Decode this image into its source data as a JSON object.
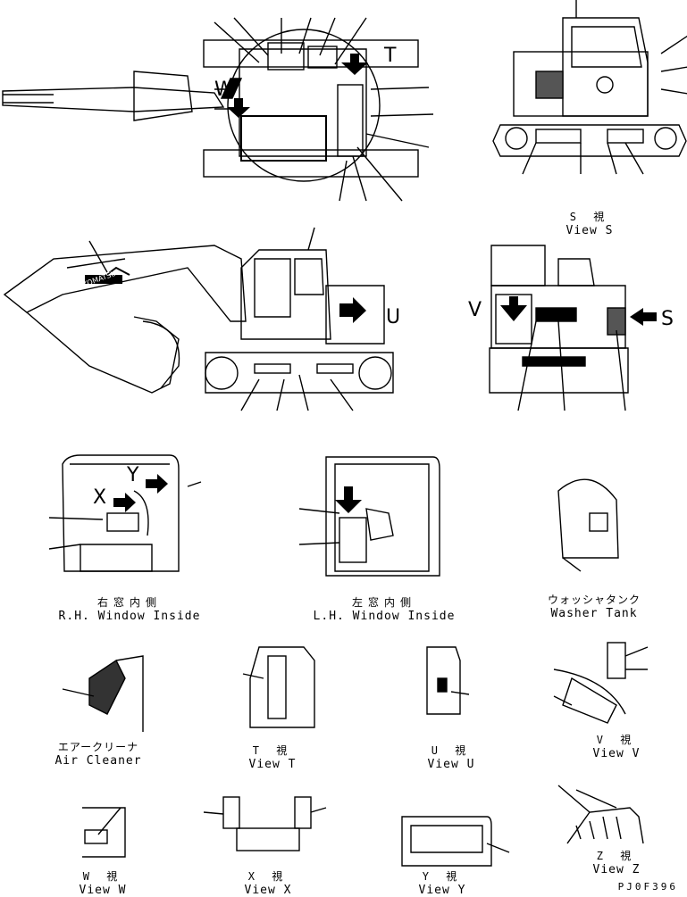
{
  "labels": {
    "view_s": {
      "jp": "S 視",
      "en": "View S"
    },
    "rh_window": {
      "jp": "右窓内側",
      "en": "R.H. Window Inside"
    },
    "lh_window": {
      "jp": "左窓内側",
      "en": "L.H. Window Inside"
    },
    "washer_tank": {
      "jp": "ウォッシャタンク",
      "en": "Washer Tank"
    },
    "air_cleaner": {
      "jp": "エアークリーナ",
      "en": "Air Cleaner"
    },
    "view_t": {
      "jp": "T 視",
      "en": "View T"
    },
    "view_u": {
      "jp": "U 視",
      "en": "View U"
    },
    "view_v": {
      "jp": "V 視",
      "en": "View V"
    },
    "view_w": {
      "jp": "W 視",
      "en": "View W"
    },
    "view_x": {
      "jp": "X 視",
      "en": "View X"
    },
    "view_y": {
      "jp": "Y 視",
      "en": "View Y"
    },
    "view_z": {
      "jp": "Z 視",
      "en": "View Z"
    }
  },
  "markers": {
    "w": "W",
    "t": "T",
    "u": "U",
    "v": "V",
    "s": "S",
    "x": "X",
    "y": "Y"
  },
  "brand": "KOMATSU",
  "drawing_code": "PJ0F396"
}
